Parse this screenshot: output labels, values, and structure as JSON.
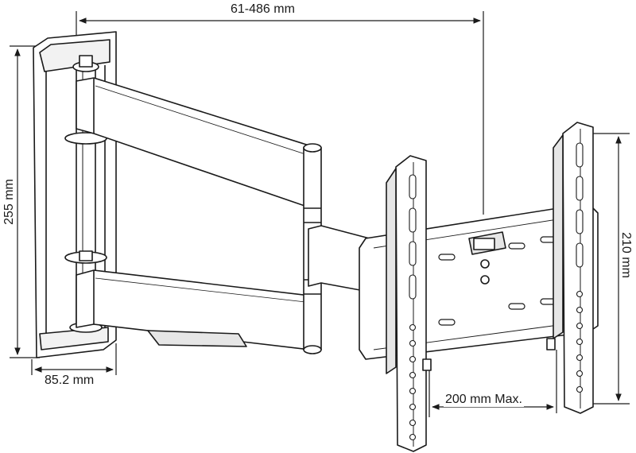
{
  "dimensions": {
    "extension": "61-486 mm",
    "wall_plate_height": "255 mm",
    "wall_plate_depth": "85.2 mm",
    "vesa_vertical": "210 mm",
    "vesa_horizontal": "200 mm Max."
  },
  "colors": {
    "line": "#1a1a1a",
    "fill": "#ffffff",
    "shade": "#e6e6e6"
  }
}
